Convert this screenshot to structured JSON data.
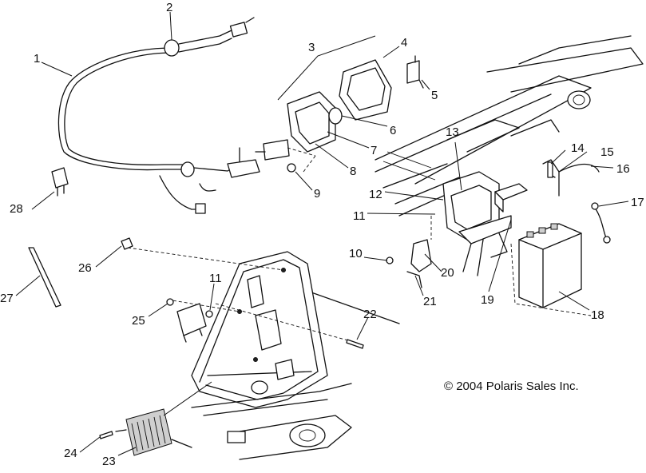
{
  "copyright": "© 2004 Polaris Sales Inc.",
  "callouts": [
    "1",
    "2",
    "3",
    "4",
    "5",
    "6",
    "7",
    "8",
    "9",
    "10",
    "11",
    "11",
    "12",
    "13",
    "14",
    "15",
    "16",
    "17",
    "18",
    "19",
    "20",
    "21",
    "22",
    "23",
    "24",
    "25",
    "26",
    "27",
    "28"
  ]
}
